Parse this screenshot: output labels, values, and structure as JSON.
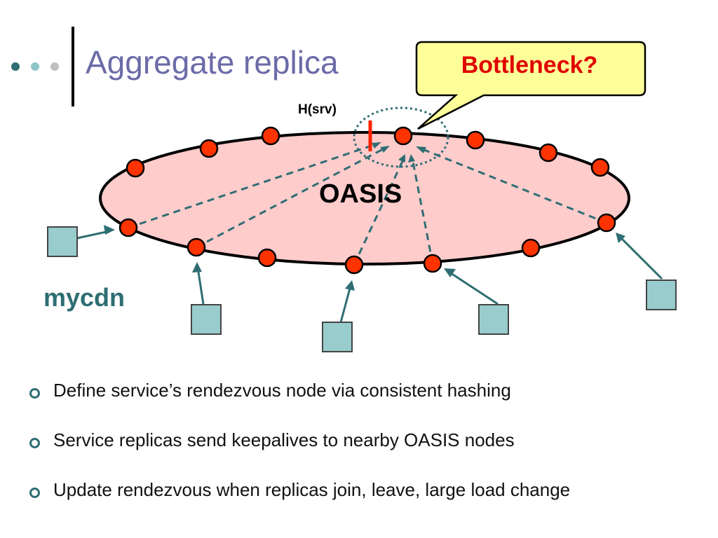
{
  "title": "Aggregate replica",
  "callout": {
    "text": "Bottleneck?"
  },
  "diagram": {
    "hash_label": "H(srv)",
    "ring_label": "OASIS",
    "client_label": "mycdn"
  },
  "bullets": [
    "Define service’s rendezvous node via consistent hashing",
    "Service replicas send keepalives to nearby OASIS nodes",
    "Update rendezvous when replicas join, leave, large load change"
  ],
  "colors": {
    "ring_fill": "#ffcccc",
    "node_fill": "#ff3300",
    "replica_fill": "#99cccc",
    "accent": "#2e6e73",
    "callout_fill": "#ffff99",
    "callout_text": "#e00000",
    "title": "#6b6ba8"
  }
}
